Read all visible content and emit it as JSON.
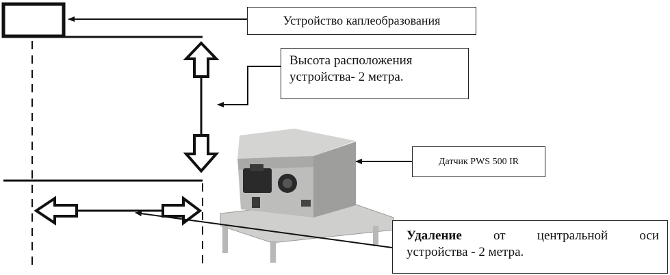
{
  "labels": {
    "drop_device": "Устройство каплеобразования",
    "height_line1": "Высота расположения",
    "height_line2": "устройства- 2 метра.",
    "sensor": "Датчик PWS 500 IR",
    "distance_line1_words": [
      "Удаление",
      "от",
      "центральной",
      "оси"
    ],
    "distance_line2": "устройства - 2 метра."
  },
  "colors": {
    "line": "#111111",
    "sensor_body": "#b9b9b7",
    "sensor_dark": "#2a2a2a",
    "stand": "#cfcfcd"
  }
}
